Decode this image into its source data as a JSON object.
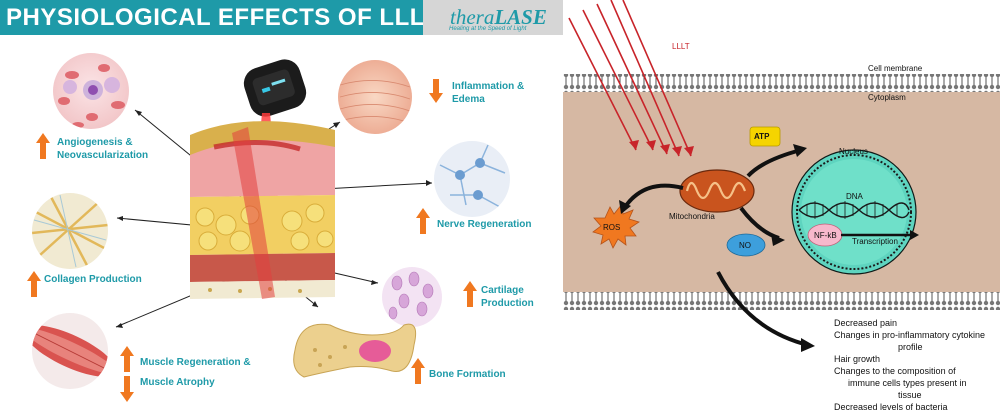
{
  "header": {
    "title": "PHYSIOLOGICAL EFFECTS OF LLLT"
  },
  "logo": {
    "brand_part1": "thera",
    "brand_part2": "LASE",
    "tagline": "Healing at the Speed of Light"
  },
  "effects": {
    "angiogenesis": {
      "label_line1": "Angiogenesis &",
      "label_line2": "Neovascularization",
      "direction": "up"
    },
    "collagen": {
      "label": "Collagen Production",
      "direction": "up"
    },
    "muscle": {
      "label_line1": "Muscle Regeneration &",
      "label_line2": "Muscle Atrophy",
      "direction_1": "up",
      "direction_2": "down"
    },
    "inflammation": {
      "label_line1": "Inflammation &",
      "label_line2": "Edema",
      "direction": "down"
    },
    "nerve": {
      "label": "Nerve Regeneration",
      "direction": "up"
    },
    "cartilage": {
      "label_line1": "Cartilage",
      "label_line2": "Production",
      "direction": "up"
    },
    "bone": {
      "label": "Bone Formation",
      "direction": "up"
    }
  },
  "cell": {
    "lllt": "LLLT",
    "cell_membrane": "Cell membrane",
    "cytoplasm": "Cytoplasm",
    "atp": "ATP",
    "nucleus": "Nucleus",
    "dna": "DNA",
    "ros": "ROS",
    "mitochondria": "Mitochondria",
    "no": "NO",
    "nfkb": "NF-kB",
    "transcription": "Transcription"
  },
  "results": [
    "Decreased pain",
    "Changes in pro-inflammatory cytokine",
    "profile",
    "Hair growth",
    "Changes to the composition of",
    "immune cells types present in",
    "tissue",
    "Decreased levels of bacteria"
  ],
  "colors": {
    "teal": "#1e9aa8",
    "orange": "#f07820",
    "cyan_nucleus": "#5ed4bf",
    "mito": "#c9541e",
    "atp_yellow": "#f5d400",
    "no_blue": "#3d9fdc",
    "ros_orange": "#f07820",
    "nfkb_pink": "#f7b8cc",
    "cytoplasm": "#d6b8a3"
  }
}
